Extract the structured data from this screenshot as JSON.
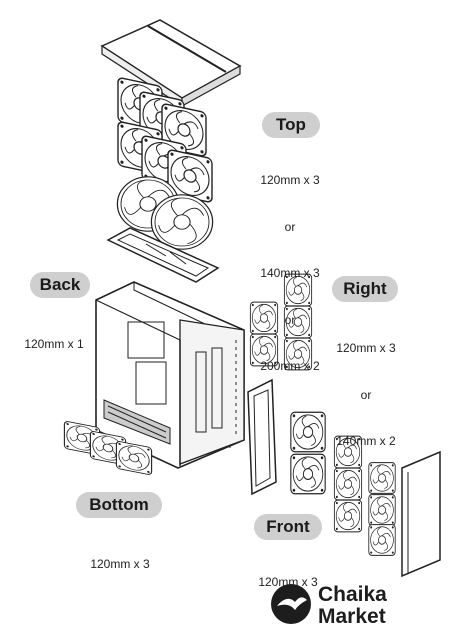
{
  "labels": {
    "top": {
      "title": "Top",
      "specs": [
        "120mm x 3",
        "or",
        "140mm x 3",
        "or",
        "200mm x 2"
      ]
    },
    "back": {
      "title": "Back",
      "specs": [
        "120mm x 1"
      ]
    },
    "right": {
      "title": "Right",
      "specs": [
        "120mm x 3",
        "or",
        "140mm x 2"
      ]
    },
    "bottom": {
      "title": "Bottom",
      "specs": [
        "120mm x 3"
      ]
    },
    "front": {
      "title": "Front",
      "specs": [
        "120mm x 3"
      ]
    }
  },
  "brand": {
    "line1": "Chaika",
    "line2": "Market"
  },
  "colors": {
    "pill": "#cfcfcf",
    "ink": "#1a1a1a",
    "stroke": "#222222"
  }
}
